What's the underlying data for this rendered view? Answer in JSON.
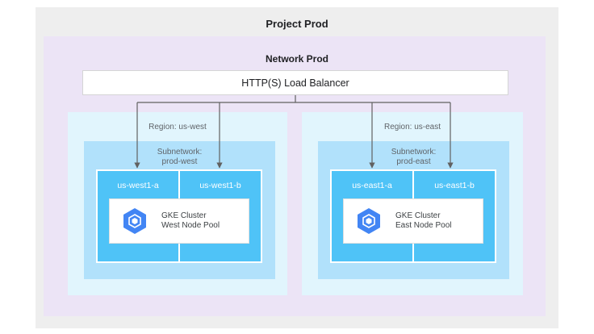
{
  "project": {
    "title": "Project Prod"
  },
  "network": {
    "title": "Network Prod"
  },
  "load_balancer": {
    "label": "HTTP(S) Load Balancer"
  },
  "regions": [
    {
      "label": "Region: us-west",
      "subnet_label": "Subnetwork:",
      "subnet_name": "prod-west",
      "zones": [
        "us-west1-a",
        "us-west1-b"
      ],
      "cluster": {
        "title": "GKE Cluster",
        "pool": "West Node Pool"
      }
    },
    {
      "label": "Region: us-east",
      "subnet_label": "Subnetwork:",
      "subnet_name": "prod-east",
      "zones": [
        "us-east1-a",
        "us-east1-b"
      ],
      "cluster": {
        "title": "GKE Cluster",
        "pool": "East Node Pool"
      }
    }
  ],
  "colors": {
    "project_bg": "#eeeeee",
    "network_bg": "#ece4f6",
    "region_bg": "#e1f5fd",
    "subnet_bg": "#b1e1fb",
    "zone_bg": "#4fc3f7",
    "gke_icon": "#4285f4",
    "connector": "#616161"
  },
  "icons": {
    "cluster": "gke-hexagon-icon"
  }
}
